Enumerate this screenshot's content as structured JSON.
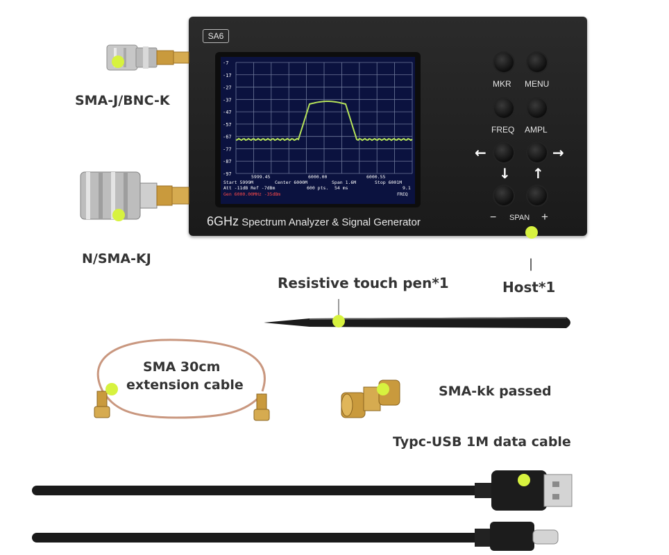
{
  "labels": {
    "bnc": "SMA-J/BNC-K",
    "n_type": "N/SMA-KJ",
    "pen": "Resistive touch pen*1",
    "host_bar": "|",
    "host": "Host*1",
    "cable_line1": "SMA 30cm",
    "cable_line2": "extension cable",
    "kk": "SMA-kk passed",
    "usb": "Typc-USB 1M data cable"
  },
  "device": {
    "model": "SA6",
    "brand_big": "6GHz",
    "brand_rest": "Spectrum Analyzer & Signal Generator",
    "keys": {
      "mkr": "MKR",
      "menu": "MENU",
      "freq": "FREQ",
      "ampl": "AMPL",
      "left": "←",
      "right": "→",
      "down": "↓",
      "up": "↑",
      "minus": "−",
      "span": "SPAN",
      "plus": "+"
    },
    "screen": {
      "y_ticks": [
        "-7",
        "-17",
        "-27",
        "-37",
        "-47",
        "-57",
        "-67",
        "-77",
        "-87",
        "-97"
      ],
      "freq_left": "5999.45",
      "freq_center": "6000.00",
      "freq_right": "6000.55",
      "line1_start": "Start 5999M",
      "line1_center": "Center 6000M",
      "line1_span": "Span 1.6M",
      "line1_stop": "Stop 6001M",
      "line2_att": "Att -11dB Ref -7dBm",
      "line2_pts": "600 pts.",
      "line2_time": "54 ms",
      "line2_rbw": "9.1",
      "line3_gen": "Gen 6000.00MHz -35dBm",
      "line3_mode": "FREQ",
      "trace_color": "#b6e35a",
      "grid_color": "#6f7a9b",
      "bg_color": "#0b123f"
    }
  },
  "colors": {
    "marker_dot": "#d7f23f"
  }
}
